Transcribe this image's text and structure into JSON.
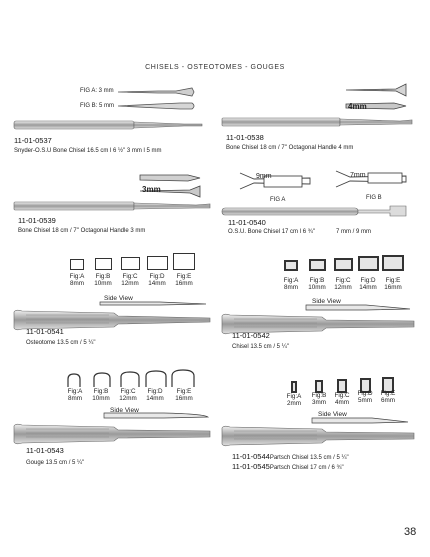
{
  "header": {
    "title": "CHISELS - OSTEOTOMES - GOUGES"
  },
  "page_number": "38",
  "products": [
    {
      "code": "11-01-0537",
      "desc": "Snyder-O.S.U Bone Chisel 16.5 cm l 6 ½\" 3 mm l 5 mm",
      "labels": [
        "FIG A: 3 mm",
        "FIG B: 5 mm"
      ]
    },
    {
      "code": "11-01-0538",
      "desc": "Bone Chisel 18 cm / 7'' Octagonal Handle 4 mm",
      "labels": [
        "4mm"
      ]
    },
    {
      "code": "11-01-0539",
      "desc": "Bone Chisel 18 cm / 7'' Octagonal Handle 3 mm",
      "labels": [
        "3mm"
      ]
    },
    {
      "code": "11-01-0540",
      "desc": "O.S.U. Bone Chisel 17 cm l 6 ¾\"",
      "desc_sizes": "7 mm / 9 mm",
      "labels": [
        "9mm",
        "FIG A",
        "7mm",
        "FIG B"
      ]
    },
    {
      "code": "11-01-0541",
      "desc": "Osteotome 13.5 cm / 5 ¼\"",
      "side": "Side View",
      "figs": [
        [
          "Fig:A",
          "8mm"
        ],
        [
          "Fig:B",
          "10mm"
        ],
        [
          "Fig:C",
          "12mm"
        ],
        [
          "Fig:D",
          "14mm"
        ],
        [
          "Fig:E",
          "16mm"
        ]
      ]
    },
    {
      "code": "11-01-0542",
      "desc": "Chisel 13.5 cm / 5 ¼\"",
      "side": "Side View",
      "figs": [
        [
          "Fig:A",
          "8mm"
        ],
        [
          "Fig:B",
          "10mm"
        ],
        [
          "Fig:C",
          "12mm"
        ],
        [
          "Fig:D",
          "14mm"
        ],
        [
          "Fig:E",
          "16mm"
        ]
      ]
    },
    {
      "code": "11-01-0543",
      "desc": "Gouge 13.5 cm / 5 ¼\"",
      "side": "Side View",
      "figs": [
        [
          "Fig:A",
          "8mm"
        ],
        [
          "Fig:B",
          "10mm"
        ],
        [
          "Fig:C",
          "12mm"
        ],
        [
          "Fig:D",
          "14mm"
        ],
        [
          "Fig:E",
          "16mm"
        ]
      ]
    },
    {
      "code": "11-01-0544",
      "desc": "Partsch Chisel 13.5 cm / 5 ¼\"",
      "side": "Side View",
      "figs": [
        [
          "Fig:A",
          "2mm"
        ],
        [
          "Fig:B",
          "3mm"
        ],
        [
          "Fig:C",
          "4mm"
        ],
        [
          "Fig:D",
          "5mm"
        ],
        [
          "Fig:E",
          "6mm"
        ]
      ]
    },
    {
      "code": "11-01-0545",
      "desc": "Partsch Chisel 17 cm / 6 ¾\""
    }
  ]
}
